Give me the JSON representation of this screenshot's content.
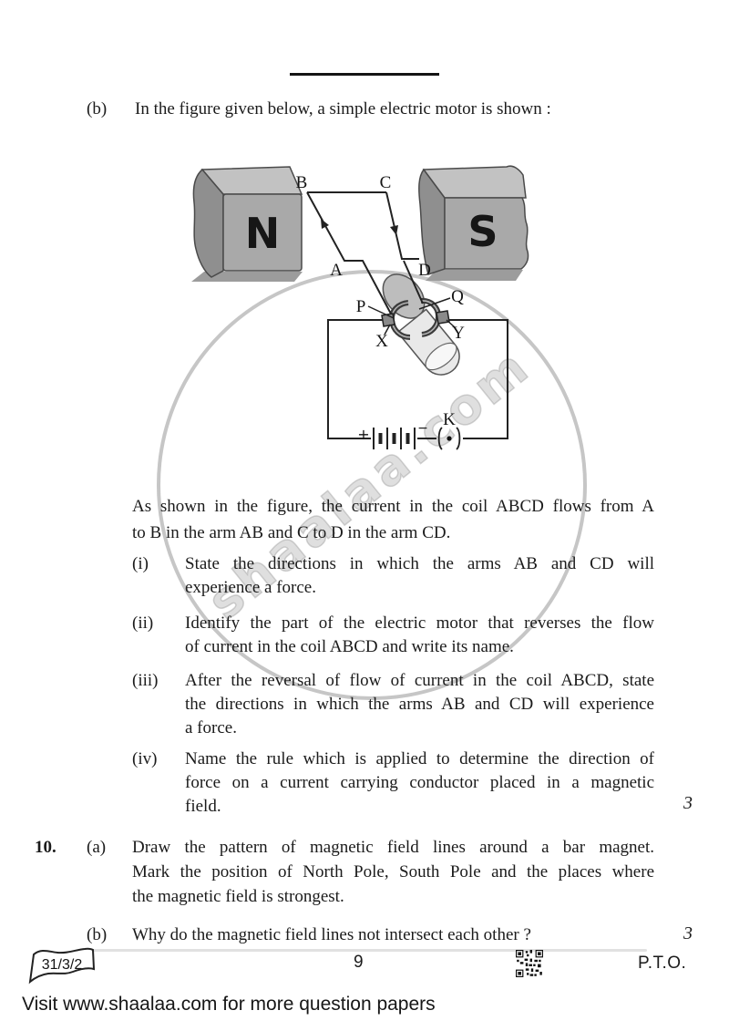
{
  "colors": {
    "ink": "#1b1b1b",
    "watermark_gray": "#bdbdbd",
    "magnet_gray": "#a9a9a9"
  },
  "question_9b": {
    "label": "(b)",
    "intro": "In the figure given below, a simple electric motor is shown :",
    "figure": {
      "magnet_left_label": "N",
      "magnet_right_label": "S",
      "coil_labels": {
        "a": "A",
        "b": "B",
        "c": "C",
        "d": "D"
      },
      "commutator_labels": {
        "p": "P",
        "q": "Q"
      },
      "brush_labels": {
        "x": "X",
        "y": "Y"
      },
      "key_label": "K",
      "battery_plus": "+",
      "battery_minus": "−"
    },
    "description_lines": [
      "As shown in the figure, the current in the coil ABCD flows from A",
      "to B in the arm AB and C to D in the arm CD."
    ],
    "parts": [
      {
        "label": "(i)",
        "lines": [
          "State the directions in which the arms AB and CD will",
          "experience a force."
        ],
        "marks": ""
      },
      {
        "label": "(ii)",
        "lines": [
          "Identify the part of the electric motor that reverses the flow",
          "of current in the coil ABCD and write its name."
        ],
        "marks": ""
      },
      {
        "label": "(iii)",
        "lines": [
          "After the reversal of flow of current in the coil ABCD, state",
          "the directions in which the arms AB and CD will experience",
          "a force."
        ],
        "marks": ""
      },
      {
        "label": "(iv)",
        "lines": [
          "Name the rule which is applied to determine the direction of",
          "force on a current carrying conductor placed in a magnetic",
          "field."
        ],
        "marks": "3"
      }
    ]
  },
  "question_10": {
    "number": "10.",
    "parts": [
      {
        "label": "(a)",
        "lines": [
          "Draw the pattern of magnetic field lines around a bar magnet.",
          "Mark the position of North Pole, South Pole and the places where",
          "the magnetic field is strongest."
        ],
        "marks": ""
      },
      {
        "label": "(b)",
        "lines": [
          "Why do the magnetic field lines not intersect each other ?"
        ],
        "marks": "3"
      }
    ]
  },
  "watermark": {
    "text": "shaalaa.com"
  },
  "footer_bar": {
    "paper_code": "31/3/2",
    "page_number": "9",
    "pto_label": "P.T.O."
  },
  "site_footer": {
    "text": "Visit www.shaalaa.com for more question papers"
  }
}
